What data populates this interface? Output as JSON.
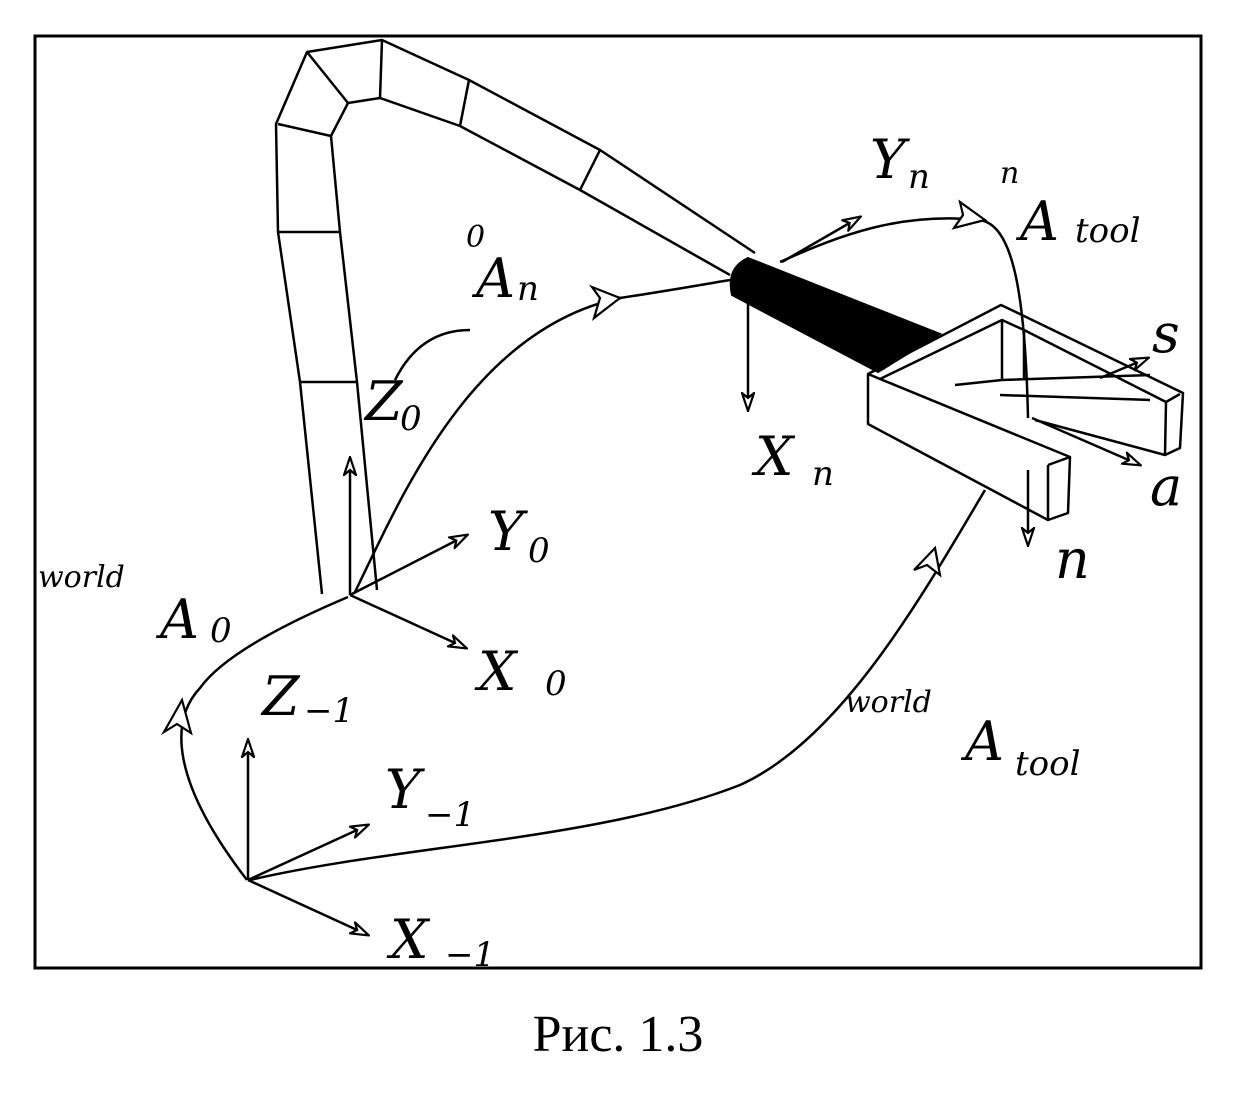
{
  "figure": {
    "caption": "Рис. 1.3",
    "labels": {
      "An": {
        "sup": "0",
        "main": "A",
        "sub": "n"
      },
      "Yn": {
        "main": "Y",
        "sub": "n"
      },
      "Atool_n": {
        "sup": "n",
        "main": "A",
        "sub": "tool"
      },
      "Xn": {
        "main": "X",
        "sub": "n"
      },
      "s": {
        "main": "s"
      },
      "a": {
        "main": "a"
      },
      "n": {
        "main": "n"
      },
      "Z0": {
        "main": "Z",
        "sub": "0"
      },
      "Y0": {
        "main": "Y",
        "sub": "0"
      },
      "X0": {
        "main": "X",
        "sub": "0"
      },
      "A0_world": {
        "sup": "world",
        "main": "A",
        "sub": "0"
      },
      "Zm1": {
        "main": "Z",
        "sub": "−1"
      },
      "Ym1": {
        "main": "Y",
        "sub": "−1"
      },
      "Xm1": {
        "main": "X",
        "sub": "−1"
      },
      "Atool_world": {
        "sup": "world",
        "main": "A",
        "sub": "tool"
      }
    }
  }
}
